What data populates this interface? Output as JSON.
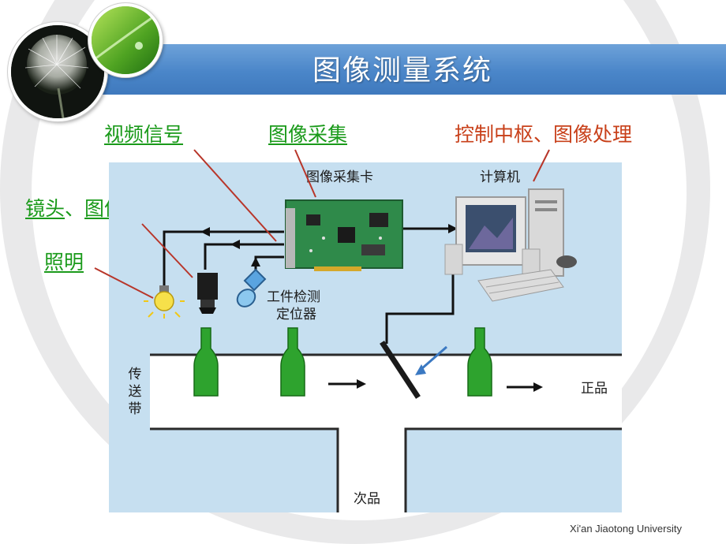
{
  "slide": {
    "title": "图像测量系统",
    "footer": "Xi'an Jiaotong University"
  },
  "labels": {
    "video_signal": "视频信号",
    "image_capture": "图像采集",
    "control_center": "控制中枢、图像处理",
    "lens": "镜头",
    "lens_sep": "、",
    "image_sensor": "图像传感器",
    "lighting": "照明"
  },
  "diagram": {
    "capture_card": "图像采集卡",
    "computer": "计算机",
    "workpiece_line1": "工件检测",
    "workpiece_line2": "定位器",
    "conveyor": "传送带",
    "good": "正品",
    "reject": "次品"
  },
  "colors": {
    "banner": "#4a86c9",
    "green_label": "#1a9a1a",
    "red_label": "#c8401a",
    "leader_line": "#b8362a",
    "diagram_bg": "#c6dff0",
    "bottle": "#2ea32e"
  }
}
